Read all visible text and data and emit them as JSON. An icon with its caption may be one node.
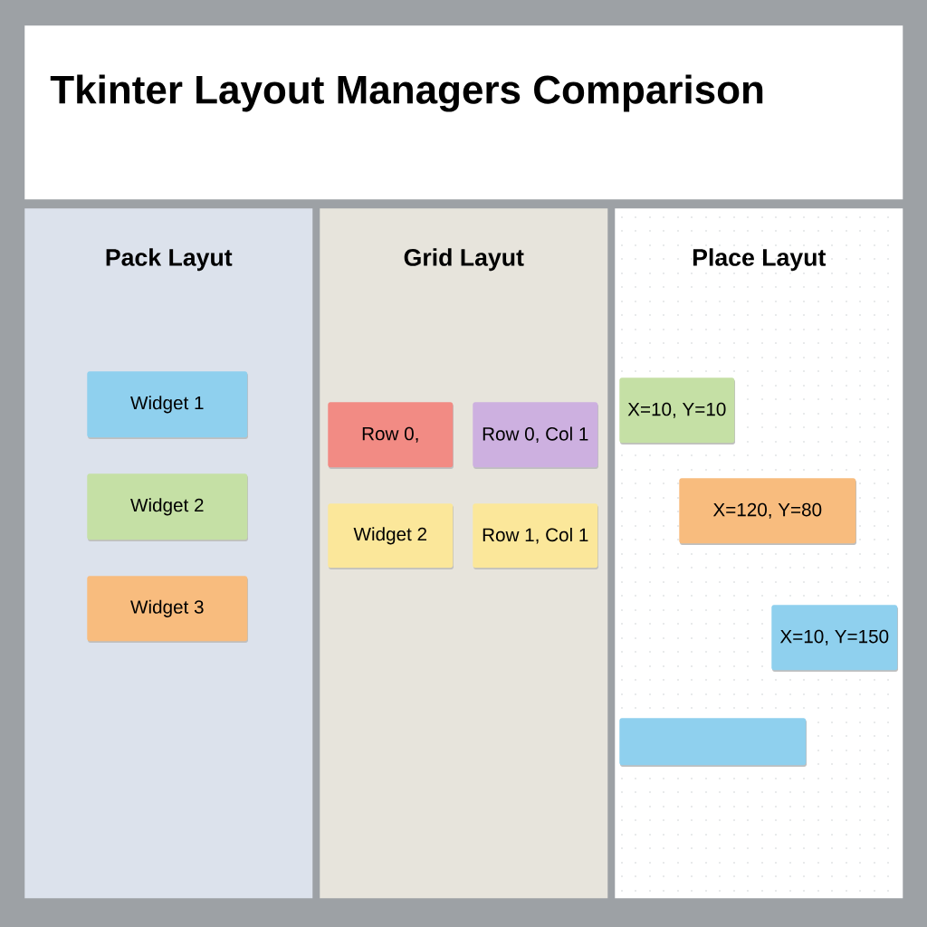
{
  "diagram": {
    "title": "Tkinter Layout Managers Comparison",
    "nodes": [
      {
        "text": [
          "Pack Layut"
        ]
      },
      {
        "text": [
          "Widget 1"
        ],
        "in": 0
      },
      {
        "text": [
          "Widget 2"
        ],
        "in": 0
      },
      {
        "text": [
          "Widget 3"
        ],
        "in": 0
      },
      {
        "text": [
          "Grid Layut"
        ]
      },
      {
        "text": [
          "Row 0,"
        ],
        "in": 4
      },
      {
        "text": [
          "Row 0, Col 1"
        ],
        "in": 4
      },
      {
        "text": [
          "Widget 2"
        ],
        "in": 4
      },
      {
        "text": [
          "Row 1, Col 1"
        ],
        "in": 4
      },
      {
        "text": [
          "Place Layut"
        ]
      },
      {
        "text": [
          "X=10, Y=10"
        ],
        "in": 9
      },
      {
        "text": [
          "X=120, Y=80"
        ],
        "in": 9
      },
      {
        "text": [
          "X=10, Y=150"
        ],
        "in": 9
      },
      {
        "text": [],
        "shape": "box",
        "in": 9
      }
    ]
  }
}
